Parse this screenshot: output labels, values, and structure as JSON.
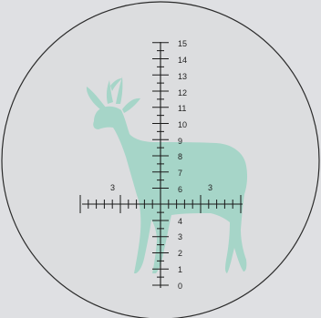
{
  "colors": {
    "background": "#dfe0e3",
    "scope_face": "#dcdddf",
    "scope_rim": "#2b2b2b",
    "silhouette": "#a6d5c8",
    "reticle": "#1a1a1a",
    "label": "#222222"
  },
  "reticle": {
    "vertical_scale_upper": [
      "15",
      "14",
      "13",
      "12",
      "11",
      "10",
      "9",
      "8",
      "7",
      "6"
    ],
    "vertical_scale_lower": [
      "4",
      "3",
      "2",
      "1",
      "0"
    ],
    "horizontal_scale_left": "3",
    "horizontal_scale_right": "3"
  },
  "silhouette": {
    "subject": "deer-silhouette"
  }
}
